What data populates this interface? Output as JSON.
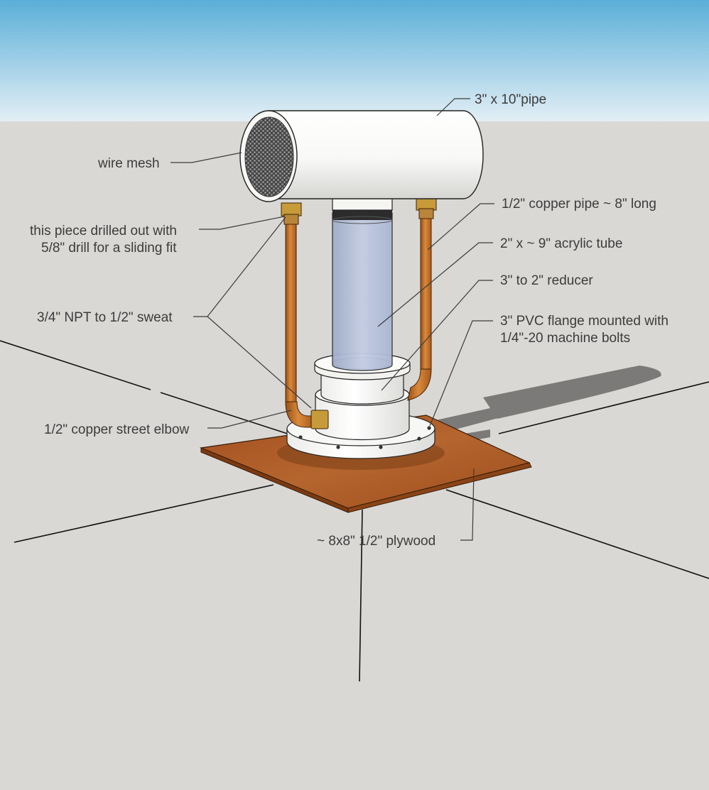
{
  "labels": {
    "pipe": "3\" x 10\"pipe",
    "wire_mesh": "wire mesh",
    "drilled_line1": "this piece drilled out with",
    "drilled_line2": "5/8\" drill for a sliding fit",
    "copper_pipe": "1/2\" copper pipe ~ 8\" long",
    "acrylic_tube": "2\" x ~ 9\" acrylic tube",
    "reducer": "3\" to 2\" reducer",
    "flange_line1": "3\" PVC flange mounted with",
    "flange_line2": "1/4\"-20 machine bolts",
    "npt_sweat": "3/4\" NPT to 1/2\" sweat",
    "street_elbow": "1/2\" copper street elbow",
    "plywood": "~ 8x8\" 1/2\" plywood"
  },
  "colors": {
    "sky_top": "#5aaed8",
    "sky_bottom": "#e3eff5",
    "ground": "#d9d8d5",
    "pvc": "#f7f7f4",
    "copper": "#c46f23",
    "brass": "#c79a3a",
    "plywood": "#a95a26",
    "acrylic": "#b7c3dd",
    "text": "#3c3c3c"
  }
}
